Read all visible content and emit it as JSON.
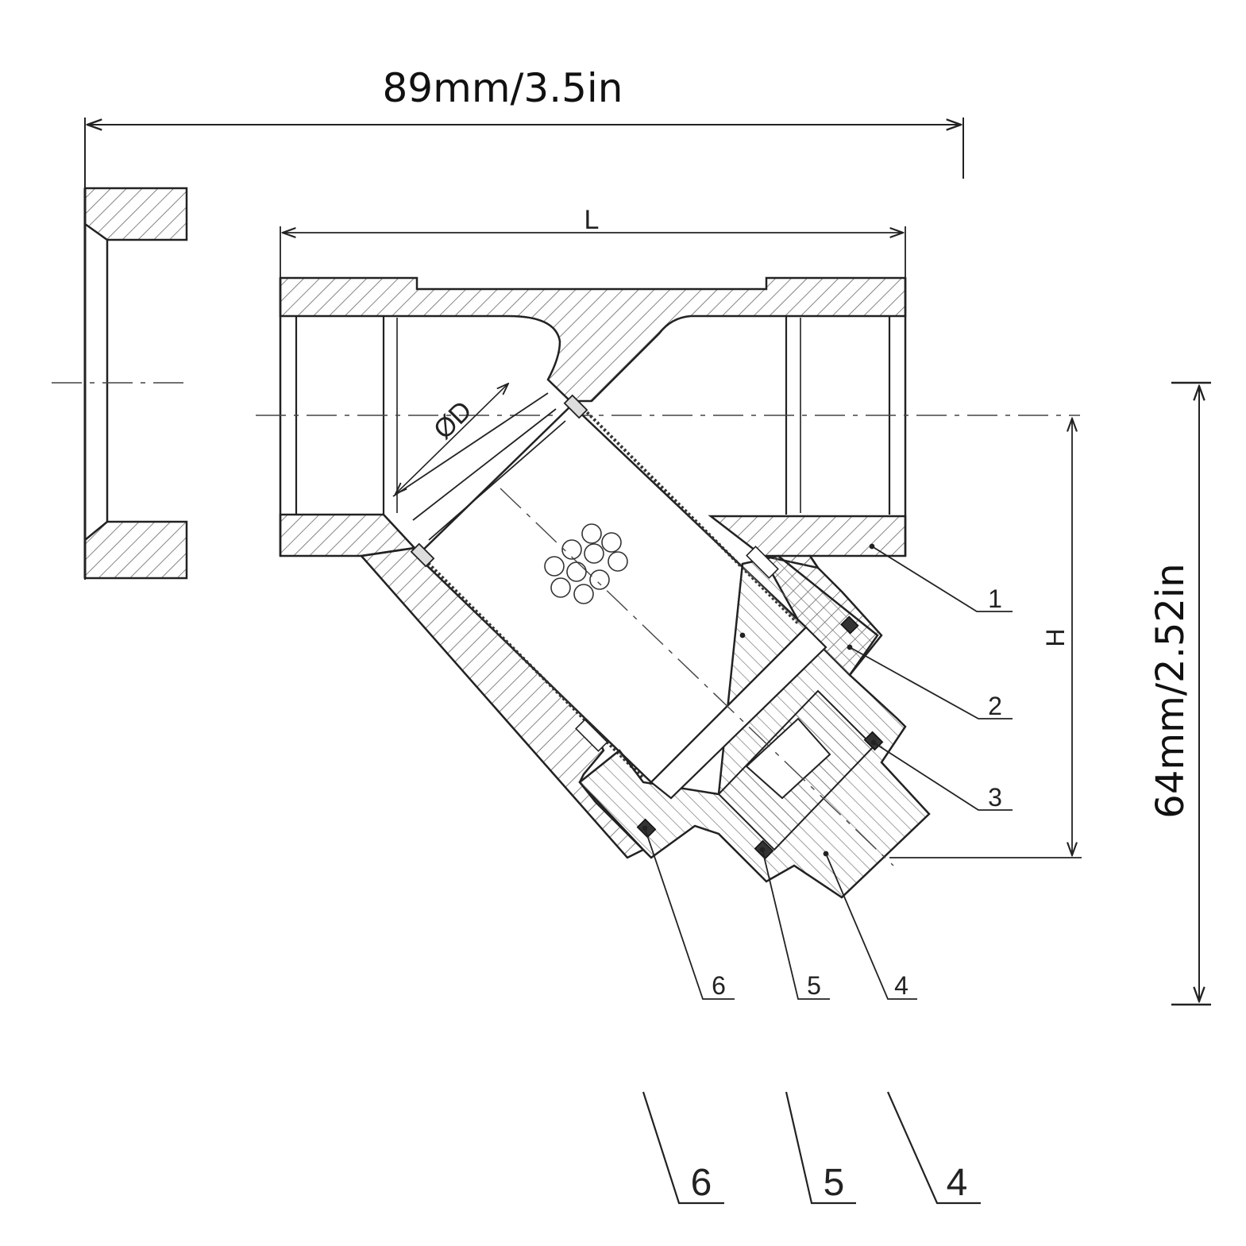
{
  "dimensions": {
    "overall_width": "89mm/3.5in",
    "overall_height": "64mm/2.52in",
    "length_symbol": "L",
    "height_symbol": "H",
    "diameter_symbol": "ØD"
  },
  "part_labels": {
    "p1": "1",
    "p2": "2",
    "p3": "3",
    "p4": "4",
    "p5": "5",
    "p6": "6"
  },
  "enlarged_labels": {
    "p6": "6",
    "p5": "5",
    "p4": "4"
  },
  "colors": {
    "line": "#222222",
    "hatch": "#555555",
    "background": "#ffffff"
  }
}
